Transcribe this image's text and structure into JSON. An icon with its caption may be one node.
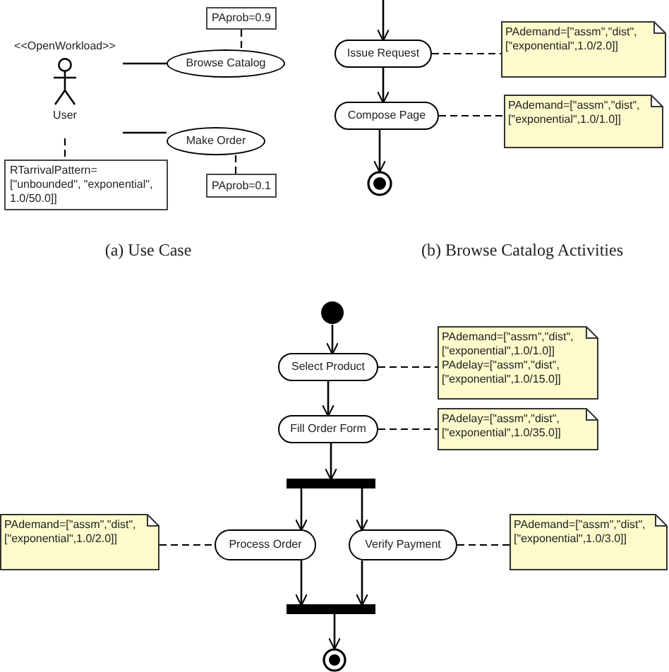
{
  "diagram": {
    "nodes": [
      {
        "text": [
          "<<OpenWorkload>>",
          "User"
        ]
      },
      {
        "text": [
          "PAprob=0.9"
        ]
      },
      {
        "text": [
          "Browse Catalog"
        ]
      },
      {
        "text": [
          "Make Order"
        ]
      },
      {
        "text": [
          "RTarrivalPattern=[\"unbounded\", \"exponential\", 1.0/50.0]]"
        ]
      },
      {
        "text": [
          "PAprob=0.1"
        ]
      },
      {
        "text": [
          "Issue Request"
        ]
      },
      {
        "text": [
          "PAdemand=[\"assm\",\"dist\", [\"exponential\",1.0/2.0]]"
        ]
      },
      {
        "text": [
          "Compose Page"
        ]
      },
      {
        "text": [
          "PAdemand=[\"assm\",\"dist\", [\"exponential\",1.0/1.0]]"
        ]
      },
      {
        "text": [],
        "shape": "circle"
      },
      {
        "text": [],
        "shape": "circle"
      },
      {
        "text": [
          "Select Product"
        ]
      },
      {
        "text": [
          "PAdemand=[\"assm\",\"dist\", [\"exponential\",1.0/1.0]]",
          "PAdelay=[\"assm\",\"dist\", [\"exponential\",1.0/15.0]]"
        ]
      },
      {
        "text": [
          "Fill Order Form"
        ]
      },
      {
        "text": [
          "PAdelay=[\"assm\",\"dist\", [\"exponential\",1.0/35.0]]"
        ]
      },
      {
        "text": [],
        "shape": "bar"
      },
      {
        "text": [
          "PAdemand=[\"assm\",\"dist\", [\"exponential\",1.0/2.0]]"
        ]
      },
      {
        "text": [
          "Process Order"
        ]
      },
      {
        "text": [
          "Verify Payment"
        ]
      },
      {
        "text": [
          "PAdemand=[\"assm\",\"dist\", [\"exponential\",1.0/3.0]]"
        ]
      },
      {
        "text": [],
        "shape": "bar"
      },
      {
        "text": [],
        "shape": "circle"
      }
    ],
    "edges": [
      {
        "from": 0,
        "to": 2,
        "arrow": "none"
      },
      {
        "from": 0,
        "to": 3,
        "arrow": "none"
      },
      {
        "from": 1,
        "to": 2,
        "arrow": "none",
        "style": "dashed"
      },
      {
        "from": 3,
        "to": 5,
        "arrow": "none",
        "style": "dashed"
      },
      {
        "from": 0,
        "to": 4,
        "arrow": "none",
        "style": "dashed"
      },
      {
        "from": null,
        "to": 6,
        "arrow": "to"
      },
      {
        "from": 6,
        "to": 8,
        "arrow": "to"
      },
      {
        "from": 8,
        "to": 10,
        "arrow": "to"
      },
      {
        "from": 6,
        "to": 7,
        "arrow": "none",
        "style": "dashed"
      },
      {
        "from": 8,
        "to": 9,
        "arrow": "none",
        "style": "dashed"
      },
      {
        "from": 11,
        "to": 12,
        "arrow": "to"
      },
      {
        "from": 12,
        "to": 14,
        "arrow": "to"
      },
      {
        "from": 12,
        "to": 13,
        "arrow": "none",
        "style": "dashed"
      },
      {
        "from": 14,
        "to": 15,
        "arrow": "none",
        "style": "dashed"
      },
      {
        "from": 14,
        "to": 16,
        "arrow": "to"
      },
      {
        "from": 16,
        "to": 18,
        "arrow": "to"
      },
      {
        "from": 16,
        "to": 19,
        "arrow": "to"
      },
      {
        "from": 17,
        "to": 18,
        "arrow": "none",
        "style": "dashed"
      },
      {
        "from": 19,
        "to": 20,
        "arrow": "none",
        "style": "dashed"
      },
      {
        "from": 18,
        "to": 21,
        "arrow": "to"
      },
      {
        "from": 19,
        "to": 21,
        "arrow": "to"
      },
      {
        "from": 21,
        "to": 22,
        "arrow": "to"
      }
    ],
    "labels": [
      "(a) Use Case",
      "(b) Browse Catalog Activities"
    ]
  }
}
